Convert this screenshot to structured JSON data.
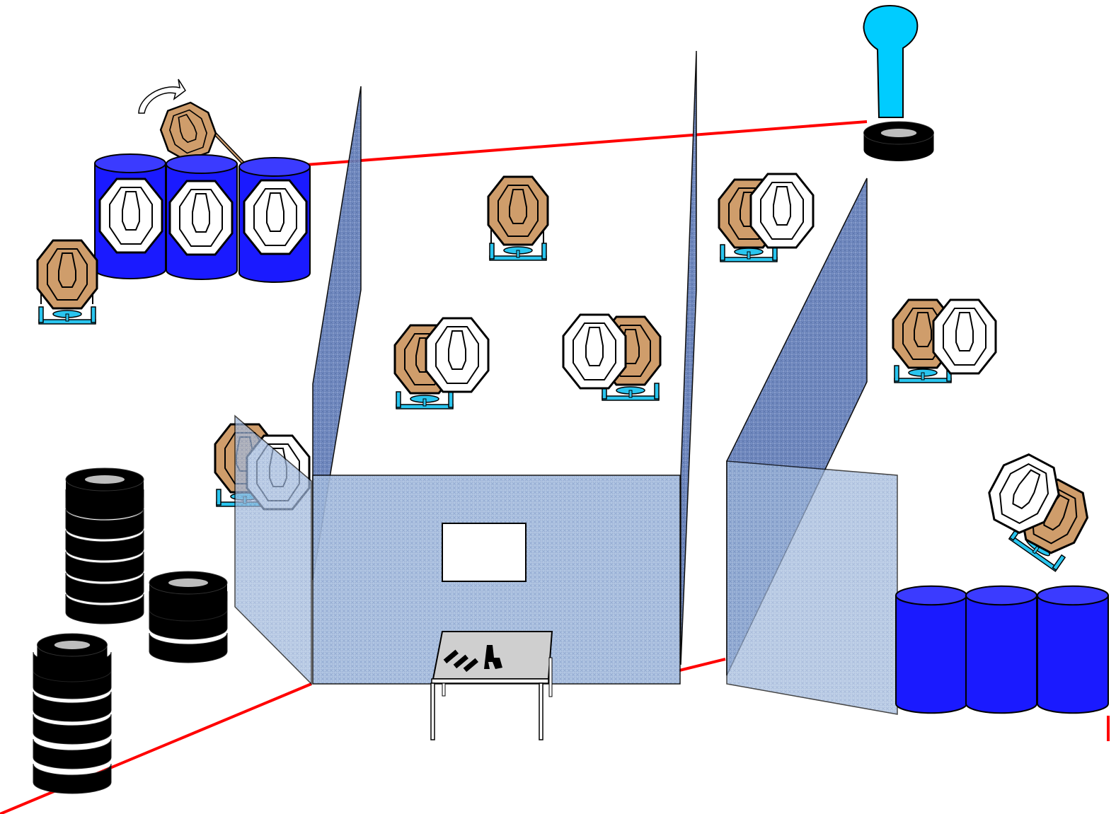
{
  "diagram": {
    "kind": "shooting-stage-layout",
    "text_labels": []
  },
  "colors": {
    "fault_line": "#ff0000",
    "barrel": "#1a1aff",
    "barrel_top": "#3b3bff",
    "tire": "#000000",
    "tire_hole": "#bdbdbd",
    "target_shoot": "#cf9d6b",
    "target_noshoot": "#ffffff",
    "target_stand": "#29c5ef",
    "wall": "#9fb8dc",
    "wall_dark": "#7b93c8",
    "table": "#cfcfcf",
    "activator": "#00ccff"
  },
  "elements": {
    "walls": [
      "left-wing-wall",
      "center-wall",
      "right-wing-wall",
      "right-swing-wall",
      "left-swing-panel",
      "center-back-panel"
    ],
    "port": "window-port",
    "table": "loading-table",
    "props": [
      "pistol-icon",
      "magazine-icon",
      "magazine-icon",
      "magazine-icon"
    ],
    "target_groups": [
      {
        "name": "left-barrel-targets",
        "shoot": 1,
        "noshoot": 3,
        "moving": true
      },
      {
        "name": "left-lone-target",
        "shoot": 1,
        "noshoot": 0
      },
      {
        "name": "center-top-target",
        "shoot": 1,
        "noshoot": 0
      },
      {
        "name": "center-left-pair",
        "shoot": 1,
        "noshoot": 1
      },
      {
        "name": "center-right-pair",
        "shoot": 1,
        "noshoot": 1
      },
      {
        "name": "right-top-pair",
        "shoot": 1,
        "noshoot": 1
      },
      {
        "name": "right-middle-pair",
        "shoot": 1,
        "noshoot": 1
      },
      {
        "name": "right-lower-pair",
        "shoot": 1,
        "noshoot": 1
      },
      {
        "name": "behind-panel-pair",
        "shoot": 1,
        "noshoot": 1
      }
    ],
    "activator": "activator-paddle",
    "tire_stacks": 3,
    "barrel_rows": 2
  }
}
